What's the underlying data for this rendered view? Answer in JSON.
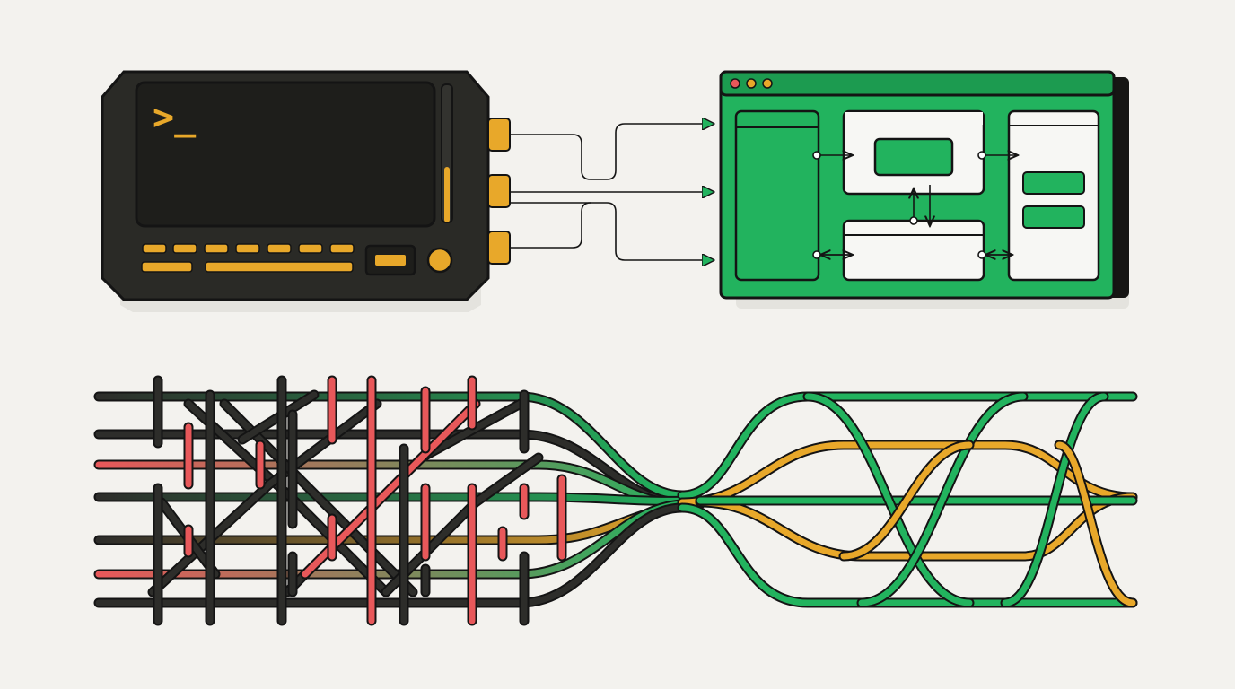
{
  "terminal": {
    "prompt": ">_",
    "icon": "terminal-prompt-icon"
  },
  "browser_window": {
    "icon_controls": [
      "window-control-dot",
      "window-control-dot",
      "window-control-dot"
    ]
  },
  "colors": {
    "background": "#f3f2ee",
    "device_body": "#2a2a26",
    "device_outline": "#161614",
    "amber": "#e8a82a",
    "green": "#22b35e",
    "green_dark": "#1a8a48",
    "red": "#e8585a",
    "black_strand": "#2d2d2a",
    "outline": "#141414",
    "panel_white": "#f7f7f4"
  }
}
